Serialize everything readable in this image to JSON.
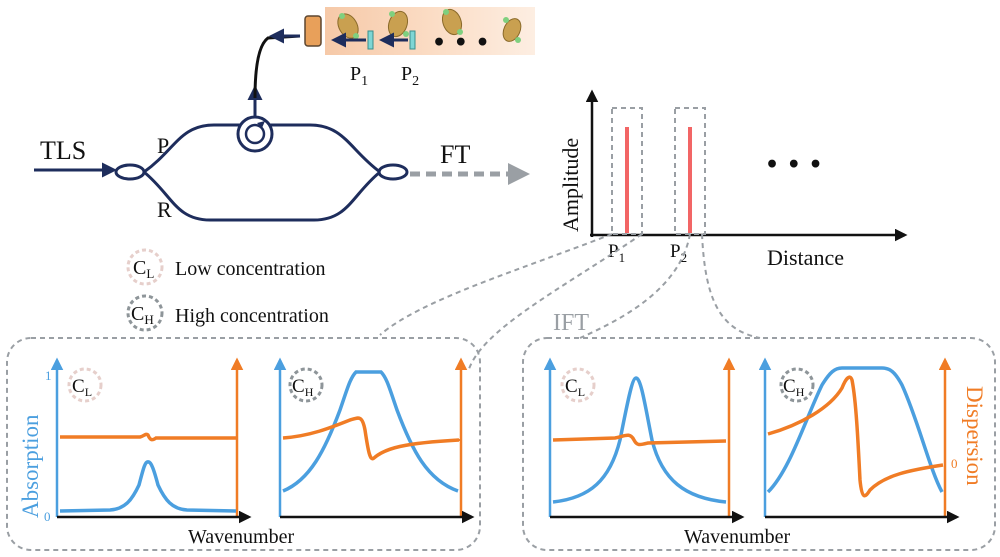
{
  "setup": {
    "source_label": "TLS",
    "probe_arm_label": "P",
    "reference_arm_label": "R",
    "ft_label": "FT",
    "ift_label": "IFT",
    "position_labels": [
      {
        "main": "P",
        "sub": "1"
      },
      {
        "main": "P",
        "sub": "2"
      }
    ],
    "ellipsis": "• • •"
  },
  "legend": {
    "items": [
      {
        "symbol_main": "C",
        "symbol_sub": "L",
        "text": "Low concentration",
        "style": "light"
      },
      {
        "symbol_main": "C",
        "symbol_sub": "H",
        "text": "High concentration",
        "style": "dark"
      }
    ]
  },
  "amplitude_plot": {
    "ylabel": "Amplitude",
    "xlabel": "Distance",
    "tick_labels": [
      {
        "main": "P",
        "sub": "1"
      },
      {
        "main": "P",
        "sub": "2"
      }
    ],
    "ellipsis": "• • •"
  },
  "spectra": {
    "ylabel_left": "Absorption",
    "ylabel_right": "Dispersion",
    "xlabel": "Wavenumber",
    "y_tick_top": "1",
    "y_tick_bottom": "0",
    "right_tick": "0",
    "panels": [
      {
        "badge_main": "C",
        "badge_sub": "L"
      },
      {
        "badge_main": "C",
        "badge_sub": "H"
      },
      {
        "badge_main": "C",
        "badge_sub": "L"
      },
      {
        "badge_main": "C",
        "badge_sub": "H"
      }
    ]
  },
  "colors": {
    "fiber": "#1e2d5c",
    "absorption": "#4b9fdf",
    "dispersion": "#f07c25",
    "peak": "#f26565",
    "dashed": "#9a9fa4",
    "badge_light": "#e6cfcb",
    "badge_dark": "#8e9599"
  }
}
